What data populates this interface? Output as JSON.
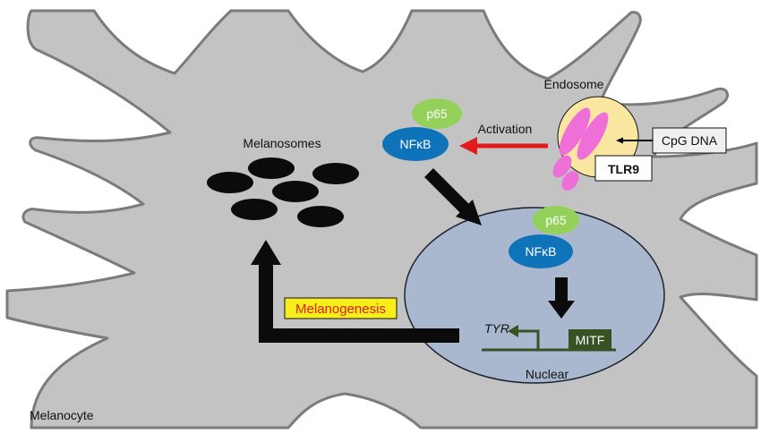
{
  "labels": {
    "melanosomes": "Melanosomes",
    "endosome": "Endosome",
    "activation": "Activation",
    "cpg_dna": "CpG DNA",
    "tlr9": "TLR9",
    "melanogenesis": "Melanogenesis",
    "tyr": "TYR",
    "mitf": "MITF",
    "nuclear": "Nuclear",
    "melanocyte": "Melanocyte"
  },
  "complex_cytoplasm": {
    "p65": "p65",
    "nfkb": "NFκB"
  },
  "complex_nucleus": {
    "p65": "p65",
    "nfkb": "NFκB"
  },
  "colors": {
    "cell_fill": "#c3c3c3",
    "cell_stroke": "#7b7b7b",
    "nucleus_fill": "#aab8cf",
    "nucleus_stroke": "#1d2230",
    "p65": "#93d15a",
    "nfkb": "#0f73b9",
    "endosome": "#f9e6a1",
    "receptor": "#ee6fd8",
    "activation_arrow": "#e21c1c",
    "gene_line": "#385224",
    "mitf_box": "#385224",
    "melanogenesis_bg": "#f7ee1c",
    "melanogenesis_text": "#e21c1c",
    "melanosome": "#0b0b0b",
    "pathway_arrow": "#0b0b0b"
  }
}
